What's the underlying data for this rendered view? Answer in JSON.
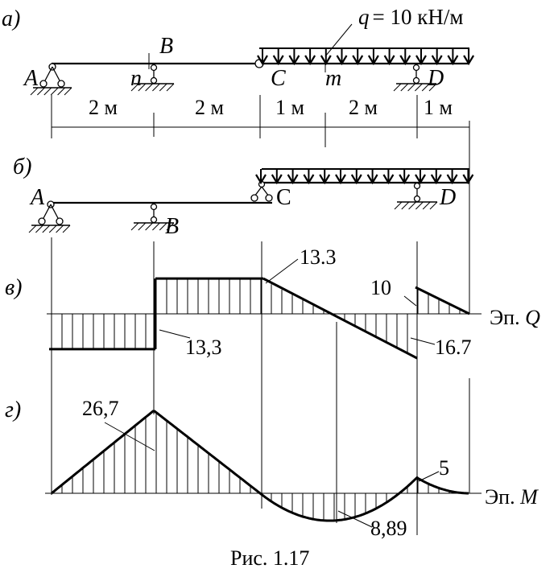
{
  "figure": {
    "caption": "Рис. 1.17",
    "panel_a": {
      "label": "а)",
      "load_label": "q = 10 кН/м",
      "points": {
        "A": "A",
        "B": "B",
        "C": "C",
        "D": "D",
        "n": "n",
        "m": "m"
      },
      "spans": [
        "2 м",
        "2 м",
        "1 м",
        "2 м",
        "1 м"
      ]
    },
    "panel_b": {
      "label": "б)",
      "points": {
        "A": "A",
        "B": "B",
        "C": "C",
        "D": "D"
      }
    },
    "panel_v": {
      "label": "в)",
      "diagram_label_prefix": "Эп. ",
      "diagram_label_var": "Q",
      "values": {
        "C_right": "13.3",
        "AB": "13,3",
        "D_left": "16.7",
        "D_right": "10"
      }
    },
    "panel_g": {
      "label": "г)",
      "diagram_label_prefix": "Эп. ",
      "diagram_label_var": "M",
      "values": {
        "B": "26,7",
        "min": "8,89",
        "D": "5"
      }
    }
  }
}
